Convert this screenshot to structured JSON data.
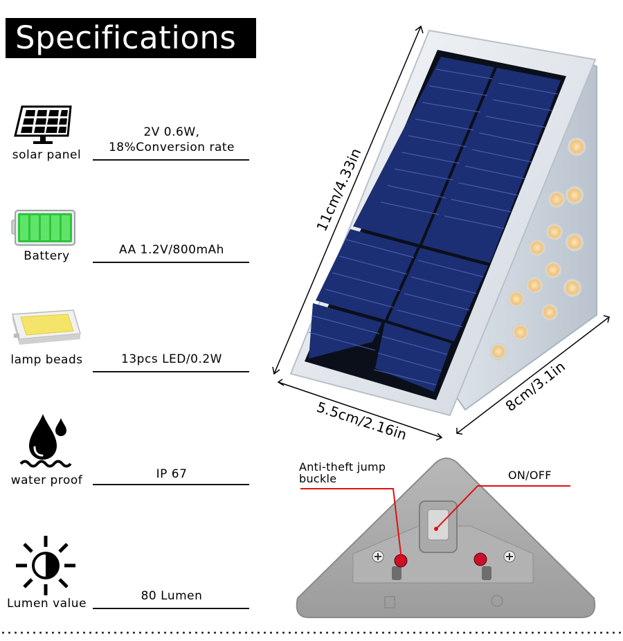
{
  "title": "Specifications",
  "specs": [
    {
      "label": "solar panel",
      "value": "2V  0.6W,\n18%Conversion rate",
      "icon": "solar-panel-icon"
    },
    {
      "label": "Battery",
      "value": "AA 1.2V/800mAh",
      "icon": "battery-icon"
    },
    {
      "label": "lamp beads",
      "value": "13pcs LED/0.2W",
      "icon": "led-chip-icon"
    },
    {
      "label": "water proof",
      "value": "IP 67",
      "icon": "water-drop-icon"
    },
    {
      "label": "Lumen value",
      "value": "80 Lumen",
      "icon": "sun-icon"
    }
  ],
  "dimensions": {
    "height": "11cm/4.33in",
    "width": "5.5cm/2.16in",
    "depth": "8cm/3.1in"
  },
  "callouts": {
    "anti_theft": "Anti-theft jump buckle",
    "on_off": "ON/OFF"
  },
  "colors": {
    "title_bg": "#000000",
    "callout_line": "#e01010",
    "solar_cell": "#1c2f74",
    "housing": "#e6eaef",
    "led": "#f2c98a"
  }
}
